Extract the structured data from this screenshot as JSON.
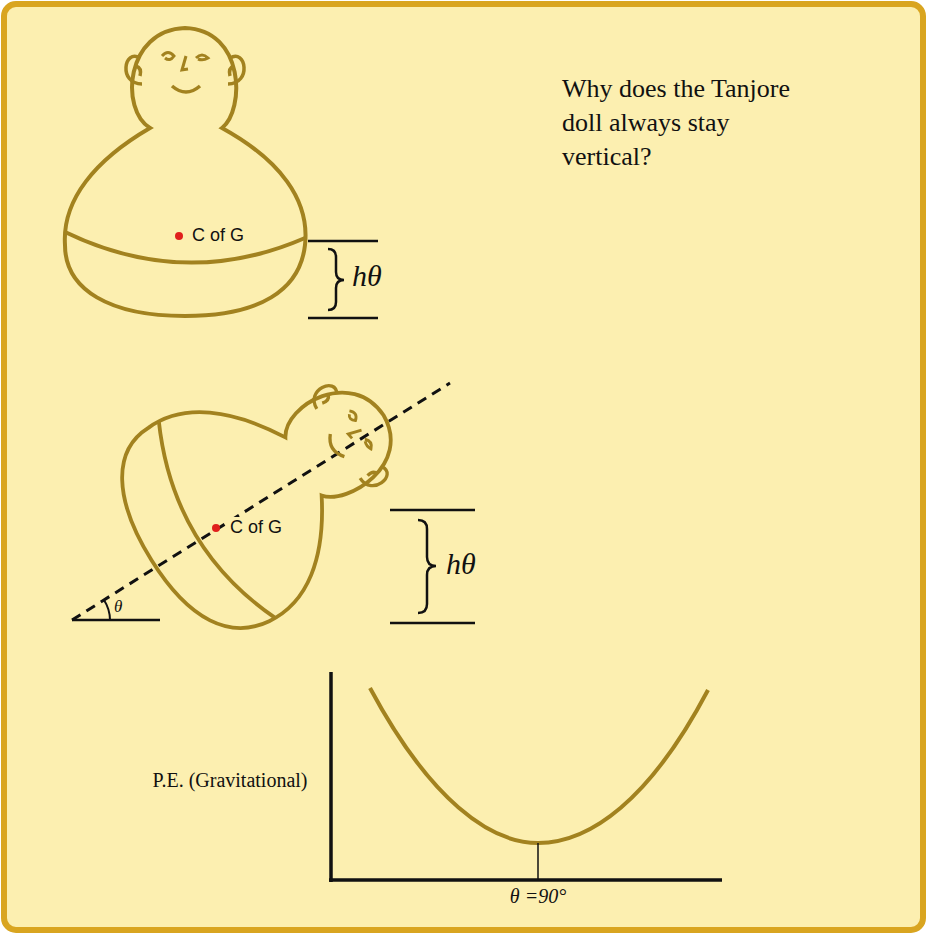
{
  "diagram": {
    "title": "Why does the Tanjore doll always stay vertical?",
    "labels": [
      "C of G",
      "hθ",
      "C of G",
      "hθ",
      "θ",
      "P.E. (Gravitational)",
      "θ =90°"
    ]
  }
}
